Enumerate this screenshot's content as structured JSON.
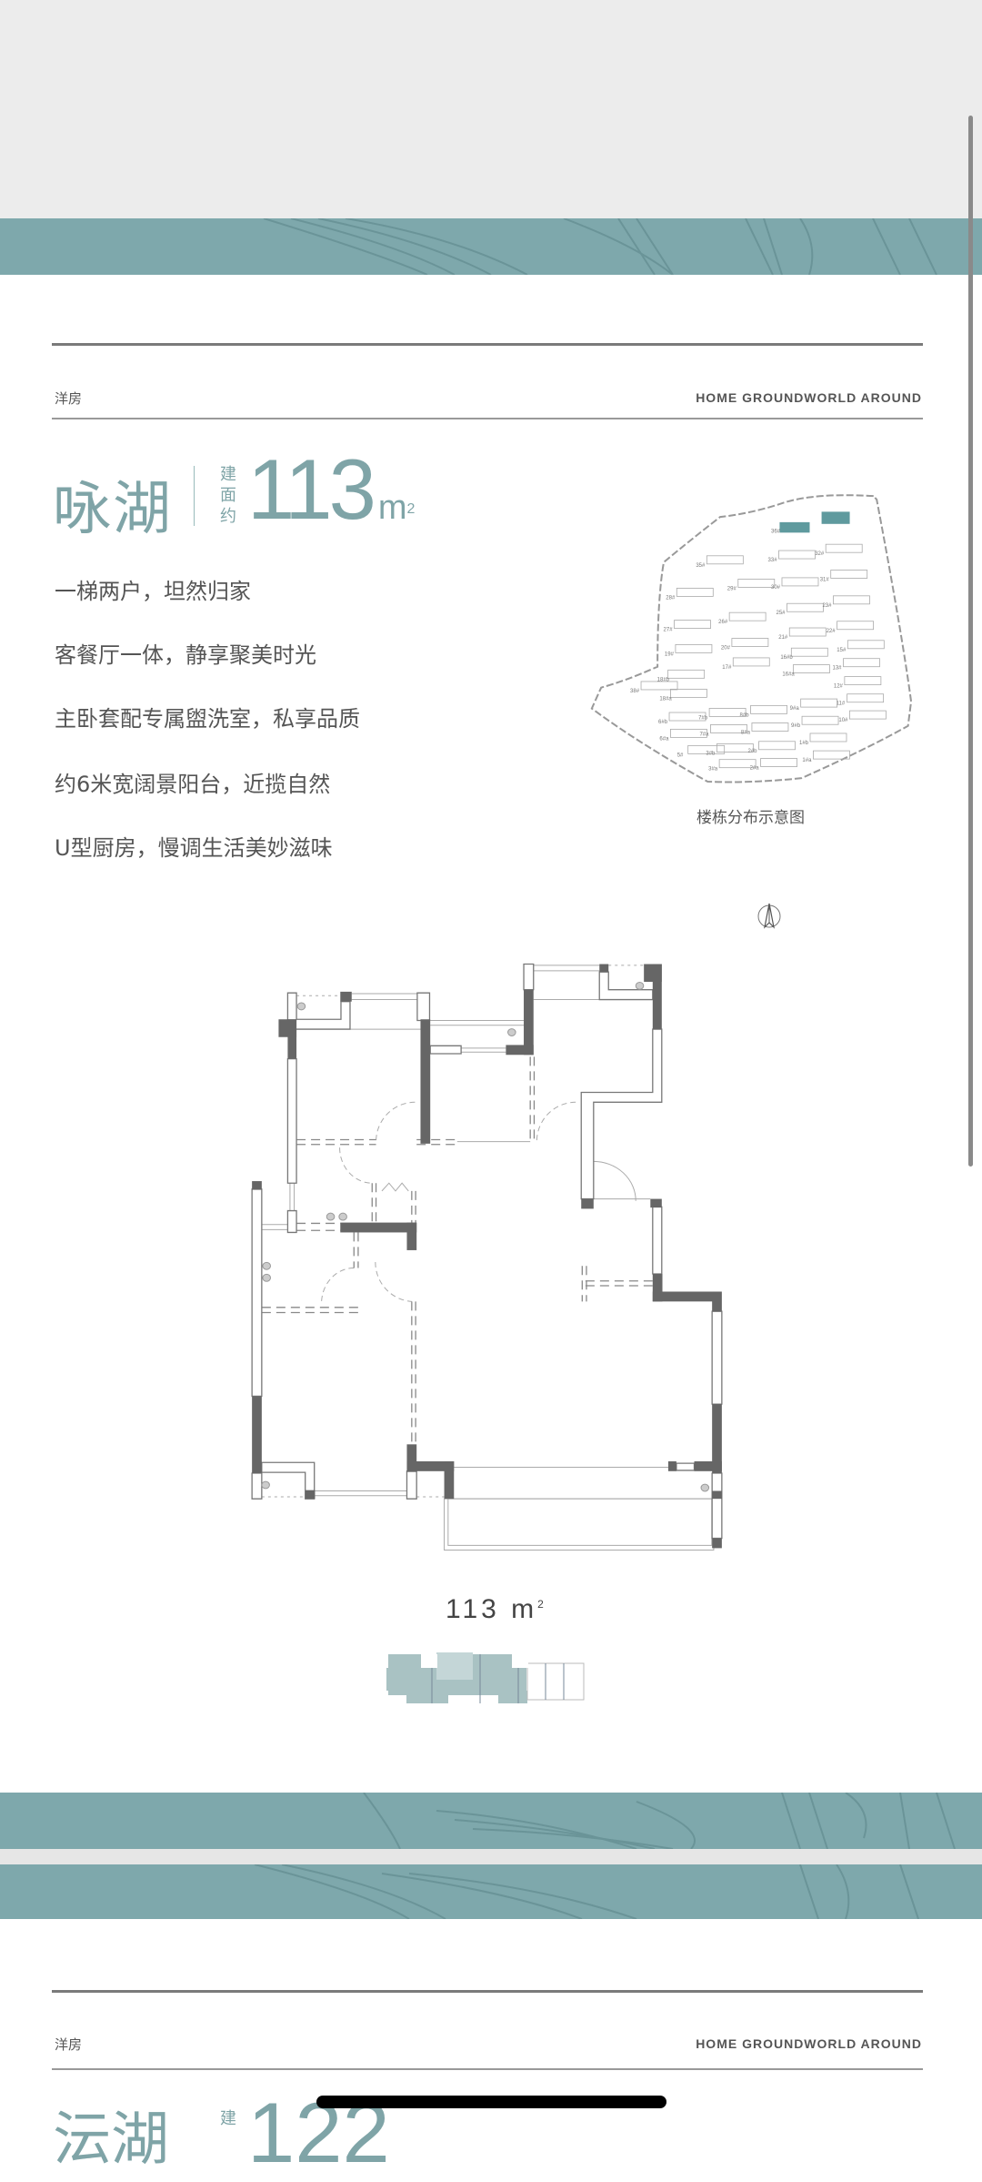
{
  "section": {
    "category": "洋房",
    "tagline": "HOME GROUNDWORLD AROUND"
  },
  "unit": {
    "name": "咏湖",
    "area_label": "建面约",
    "area_value": "113",
    "area_unit": "m",
    "area_unit_sup": "2",
    "features": [
      "一梯两户，坦然归家",
      "客餐厅一体，静享聚美时光",
      "主卧套配专属盥洗室，私享品质",
      "约6米宽阔景阳台，近揽自然",
      "U型厨房，慢调生活美妙滋味"
    ]
  },
  "site_map": {
    "caption": "楼栋分布示意图",
    "buildings": [
      "36#",
      "35#",
      "33#",
      "32#",
      "28#",
      "29#",
      "30#",
      "31#",
      "27#",
      "26#",
      "25#",
      "23#",
      "19#",
      "20#",
      "21#",
      "22#",
      "17#",
      "16#b",
      "16#a",
      "15#",
      "13#",
      "18#b",
      "38#",
      "18#a",
      "12#",
      "11#",
      "9#a",
      "10#",
      "8#b",
      "7#b",
      "6#b",
      "9#b",
      "7#a",
      "8#a",
      "6#a",
      "1#b",
      "5#",
      "3#b",
      "2#b",
      "1#a",
      "3#a",
      "2#a"
    ],
    "highlight_color": "#5f9a9e"
  },
  "floor_plan": {
    "label": "113 m",
    "label_sup": "2"
  },
  "next_section": {
    "category": "洋房",
    "tagline": "HOME GROUNDWORLD AROUND",
    "name_partial": "沄湖",
    "area_label_partial": "建",
    "area_partial": "122"
  },
  "colors": {
    "accent": "#7fa4a7",
    "band": "#7ea8ac",
    "wall": "#666666"
  }
}
